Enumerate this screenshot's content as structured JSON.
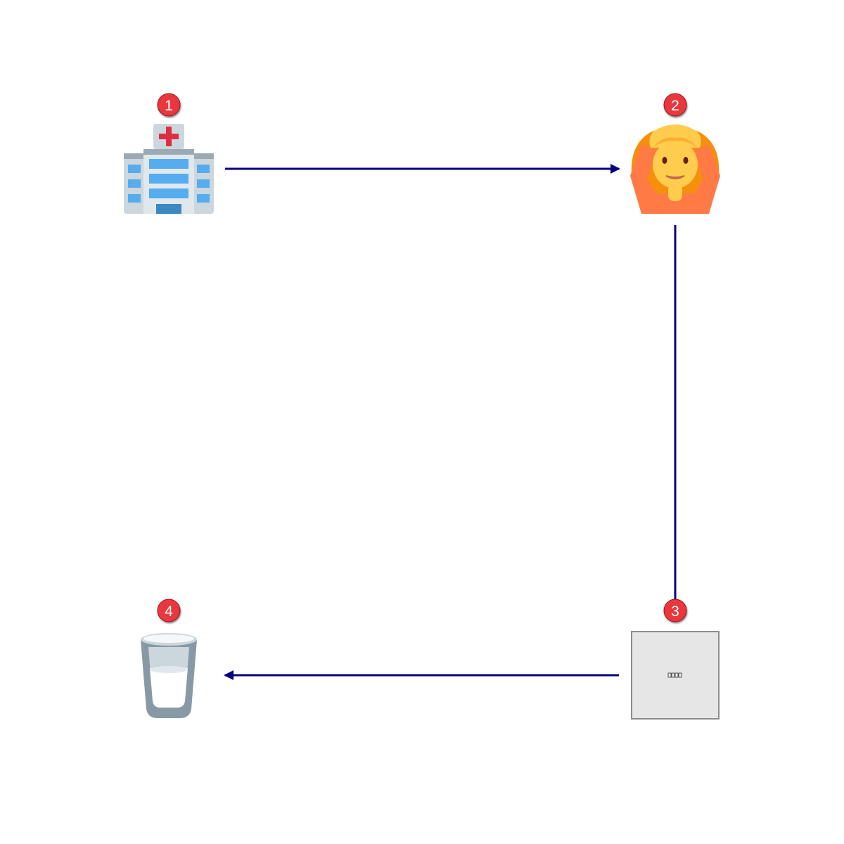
{
  "diagram": {
    "background": "#ffffff",
    "edge_color": "#000080",
    "badge_color": "#e8383d",
    "steps": [
      {
        "number": "1",
        "icon": "hospital-icon"
      },
      {
        "number": "2",
        "icon": "person-gesturing-ok-icon"
      },
      {
        "number": "3",
        "icon": "missing-glyph-icon"
      },
      {
        "number": "4",
        "icon": "glass-of-milk-icon"
      }
    ],
    "edges": [
      {
        "from": "1",
        "to": "2",
        "arrow": "end"
      },
      {
        "from": "2",
        "to": "3",
        "arrow": "none"
      },
      {
        "from": "3",
        "to": "4",
        "arrow": "end"
      }
    ]
  }
}
